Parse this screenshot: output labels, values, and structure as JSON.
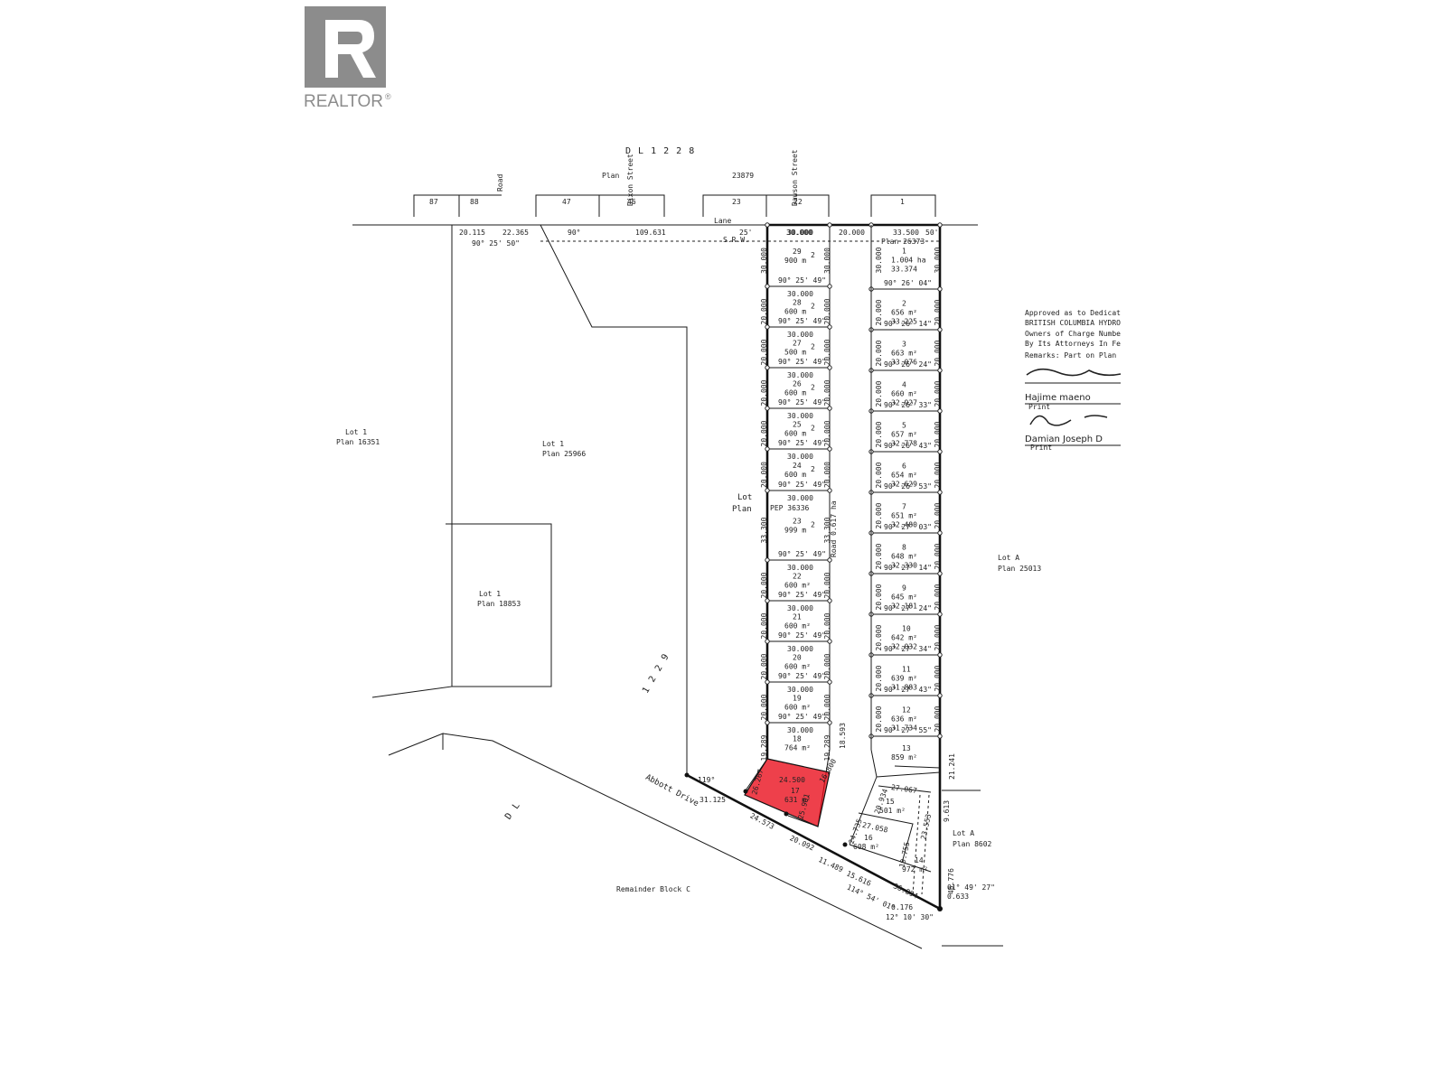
{
  "logo": {
    "text": "REALTOR",
    "reg_mark": "®",
    "icon": "realtor-r-logo-icon"
  },
  "plan": {
    "dl_top": "D L   1 2 2 8",
    "plan_top": "Plan",
    "plan_top_no": "23879",
    "dl_bottom": "D L",
    "dl_mid": "1 2 2 9",
    "streets": {
      "dixon": "Dixon Street",
      "dawson": "Dawson Street",
      "road": "Road",
      "lane": "Lane",
      "abbott": "Abbott Drive",
      "road_ha": "Road  0.617 ha"
    },
    "top_lot_nos": [
      "87",
      "88",
      "47",
      "46",
      "23",
      "22",
      "1"
    ],
    "regions": {
      "lot1_16351": [
        "Lot 1",
        "Plan 16351"
      ],
      "lot1_25966": [
        "Lot 1",
        "Plan 25966"
      ],
      "lot1_18853": [
        "Lot 1",
        "Plan 18853"
      ],
      "lotA_25013": [
        "Lot A",
        "Plan 25013"
      ],
      "lotA_8602": [
        "Lot A",
        "Plan 8602"
      ],
      "remainder": "Remainder Block C",
      "lot_plan": [
        "Lot",
        "Plan"
      ],
      "plan_26373": "Plan 26373",
      "pp": "PEP 36336",
      "srw": "S.R.W."
    },
    "top_dims": {
      "d1": "20.115",
      "d2": "22.365",
      "a1": "90° 25' 50\"",
      "a2": "90°",
      "d3": "109.631",
      "d4": "25'",
      "d5": "30.000",
      "d6": "20.000",
      "d7": "33.500",
      "d8": "50'"
    },
    "lots_left": [
      {
        "no": "29",
        "area": "900 m",
        "sup": "2",
        "top": "30.000",
        "side": "30.000"
      },
      {
        "no": "28",
        "area": "600 m",
        "sup": "2",
        "top": "30.000",
        "side": "20.000"
      },
      {
        "no": "27",
        "area": "500 m",
        "sup": "2",
        "top": "30.000",
        "side": "20.000"
      },
      {
        "no": "26",
        "area": "600 m",
        "sup": "2",
        "top": "30.000",
        "side": "20.000"
      },
      {
        "no": "25",
        "area": "600 m",
        "sup": "2",
        "top": "30.000",
        "side": "20.000"
      },
      {
        "no": "24",
        "area": "600 m",
        "sup": "2",
        "top": "30.000",
        "side": "20.000"
      },
      {
        "no": "23",
        "area": "999 m",
        "sup": "2",
        "top": "30.000",
        "side": "33.300"
      },
      {
        "no": "22",
        "area": "600 m²",
        "sup": "",
        "top": "30.000",
        "side": "20.000"
      },
      {
        "no": "21",
        "area": "600 m²",
        "sup": "",
        "top": "30.000",
        "side": "20.000"
      },
      {
        "no": "20",
        "area": "600 m²",
        "sup": "",
        "top": "30.000",
        "side": "20.000"
      },
      {
        "no": "19",
        "area": "600 m²",
        "sup": "",
        "top": "30.000",
        "side": "20.000"
      },
      {
        "no": "18",
        "area": "764 m²",
        "sup": "",
        "top": "30.000",
        "side": "19.289"
      }
    ],
    "left_bearing": "90° 25' 49\"",
    "lots_right": [
      {
        "no": "1",
        "area": "1.004 ha",
        "bear": "90° 26' 04\"",
        "depth": "33.374"
      },
      {
        "no": "2",
        "area": "656 m²",
        "bear": "90° 26' 14\"",
        "depth": "33.225"
      },
      {
        "no": "3",
        "area": "663 m²",
        "bear": "90° 26' 24\"",
        "depth": "33.076"
      },
      {
        "no": "4",
        "area": "660 m²",
        "bear": "90° 26' 33\"",
        "depth": "32.927"
      },
      {
        "no": "5",
        "area": "657 m²",
        "bear": "90° 26' 43\"",
        "depth": "32.778"
      },
      {
        "no": "6",
        "area": "654 m²",
        "bear": "90° 26' 53\"",
        "depth": "32.629"
      },
      {
        "no": "7",
        "area": "651 m²",
        "bear": "90° 27' 03\"",
        "depth": "32.480"
      },
      {
        "no": "8",
        "area": "648 m²",
        "bear": "90° 27' 14\"",
        "depth": "32.330"
      },
      {
        "no": "9",
        "area": "645 m²",
        "bear": "90° 27' 24\"",
        "depth": "32.181"
      },
      {
        "no": "10",
        "area": "642 m²",
        "bear": "90° 27' 34\"",
        "depth": "32.032"
      },
      {
        "no": "11",
        "area": "639 m²",
        "bear": "90° 27' 43\"",
        "depth": "31.883"
      },
      {
        "no": "12",
        "area": "636 m²",
        "bear": "90° 27' 55\"",
        "depth": "31.734"
      },
      {
        "no": "13",
        "area": "859 m²",
        "bear": "",
        "depth": ""
      }
    ],
    "lower": {
      "lot17_no": "17",
      "lot17_area": "631 m²",
      "lot17_d1": "24.500",
      "lot17_d2": "25.901",
      "lot17_d3": "24.573",
      "lot17_d4": "26.267",
      "lot15_no": "15",
      "lot15_area": "501 m²",
      "lot16_no": "16",
      "lot16_area": "608 m²",
      "lot14_no": "14",
      "lot14_area": "972 m²",
      "d119": "119°",
      "d31": "31.125",
      "d20092": "20.092",
      "d11489": "11.489",
      "d15616": "15.616",
      "d114": "114° 54' 01\"",
      "d36": "36.894",
      "d0176": "0.176",
      "d12": "12° 10' 30\"",
      "d01": "01° 49' 27\"",
      "d0633": "0.633",
      "d46776": "46.776",
      "d9613": "9.613",
      "d21241": "21.241",
      "d27067": "27.067",
      "d20934": "20.934",
      "d24735": "24.735",
      "d27058": "27.058",
      "d19755": "19.755",
      "d23553": "23.553",
      "d16800": "16.800",
      "d18593": "18.593"
    },
    "side_dims_right": [
      "30.000",
      "20.000",
      "20.000",
      "20.000",
      "20.000",
      "20.000",
      "20.000",
      "20.000",
      "20.000",
      "20.000",
      "20.000",
      "20.000"
    ],
    "approval": {
      "lines": [
        "Approved as to Dedicat",
        "BRITISH COLUMBIA HYDRO",
        "Owners of Charge Numbe",
        "By Its Attorneys In Fe",
        "Remarks: Part on Plan"
      ],
      "name1": "Hajime maeno",
      "print1": "Print",
      "name2": "Damian Joseph D",
      "print2": "Print"
    },
    "highlight_color": "#e8000f"
  }
}
